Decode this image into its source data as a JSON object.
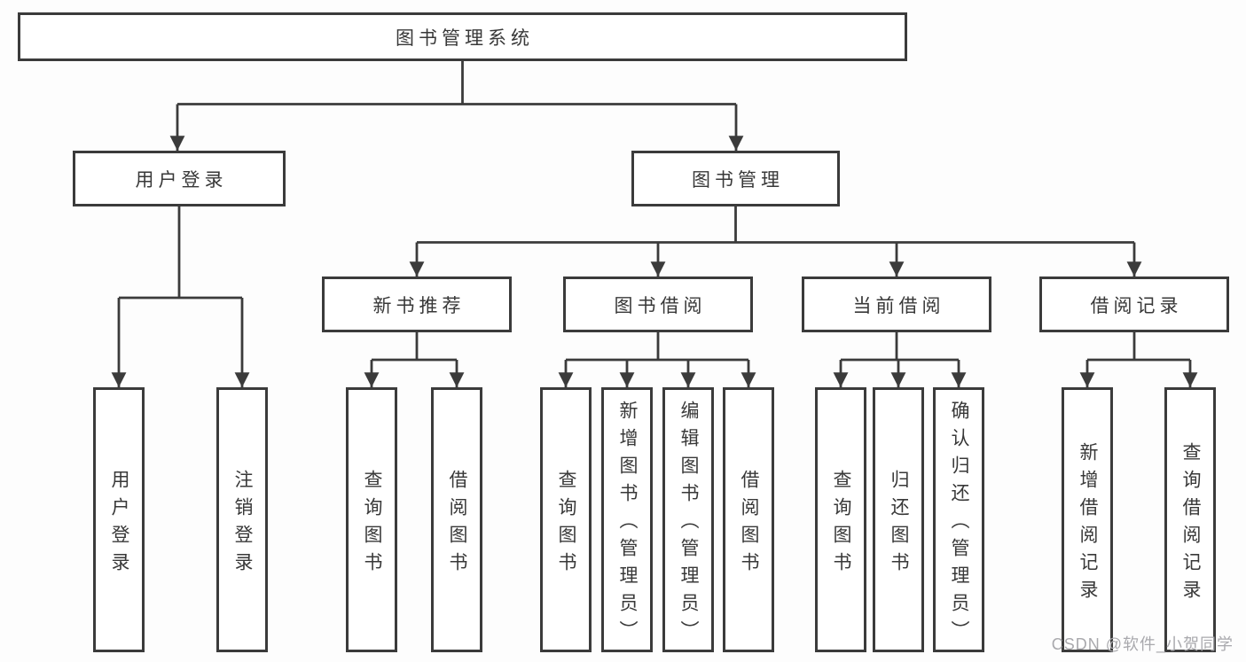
{
  "diagram": {
    "root": "图书管理系统",
    "branches": {
      "user_login": "用户登录",
      "book_management": "图书管理"
    },
    "modules": {
      "new_book_recommend": "新书推荐",
      "book_borrowing": "图书借阅",
      "current_borrowing": "当前借阅",
      "borrowing_records": "借阅记录"
    },
    "leaves": {
      "login": "用户登录",
      "logout": "注销登录",
      "recommend_query_books": "查询图书",
      "recommend_borrow_books": "借阅图书",
      "borrowing_query_books": "查询图书",
      "borrowing_add_books": "新增图书（管理员）",
      "borrowing_edit_books": "编辑图书（管理员）",
      "borrowing_borrow_books": "借阅图书",
      "current_query_books": "查询图书",
      "current_return_books": "归还图书",
      "current_confirm_return": "确认归还（管理员）",
      "records_add_record": "新增借阅记录",
      "records_query_record": "查询借阅记录"
    },
    "watermark": "CSDN @软件_小贺同学",
    "colors": {
      "line": "#3b3b3b",
      "text": "#383838",
      "node_background": "#ffffff",
      "watermark": "#a9a9ad",
      "background": "#fdfdfd"
    }
  }
}
